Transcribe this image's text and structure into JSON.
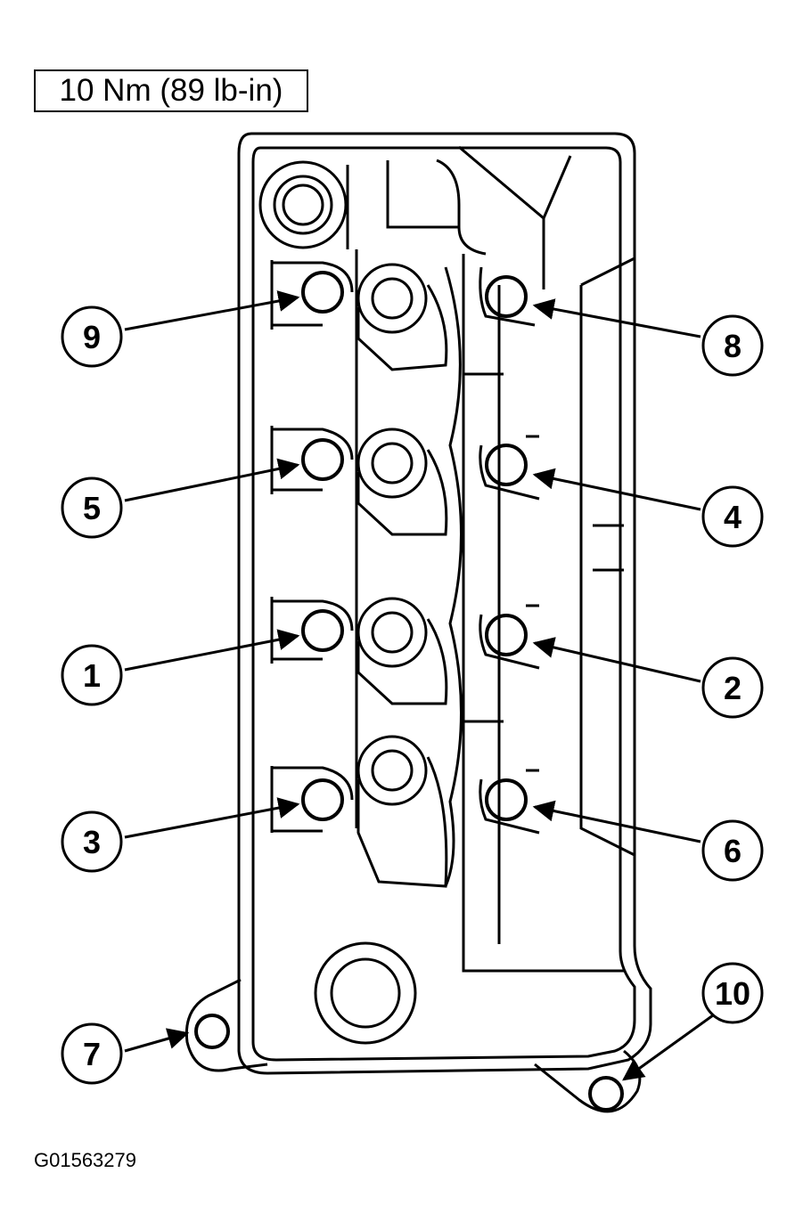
{
  "torque_spec": "10 Nm (89 lb-in)",
  "figure_id": "G01563279",
  "bolt_callouts": [
    "1",
    "2",
    "3",
    "4",
    "5",
    "6",
    "7",
    "8",
    "9",
    "10"
  ]
}
